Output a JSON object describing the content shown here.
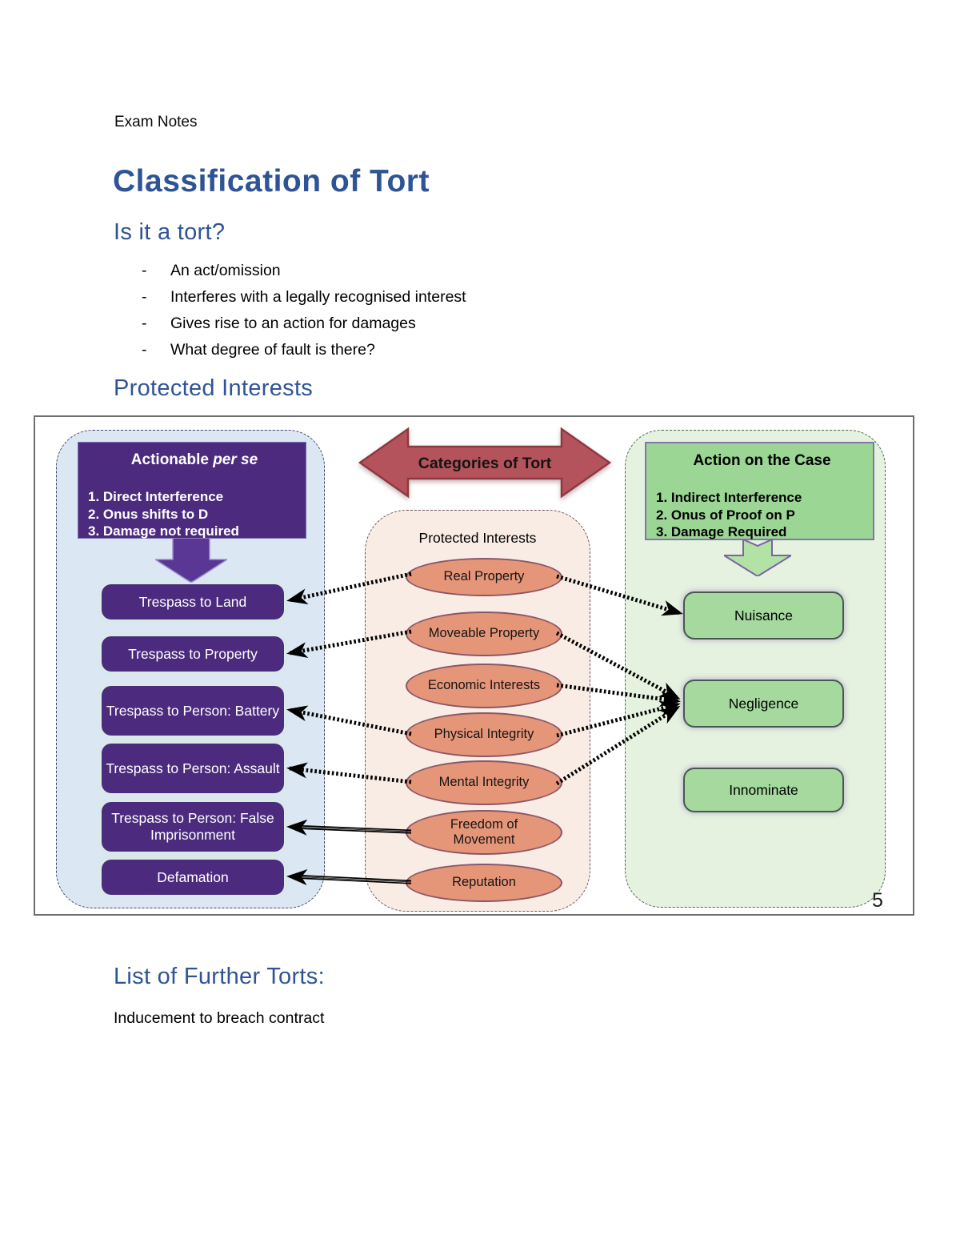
{
  "page": {
    "note": "Exam Notes",
    "title": "Classification of Tort",
    "accent_color": "#2f5496",
    "is_it_a_tort": {
      "heading": "Is it a tort?",
      "bullets": [
        "An act/omission",
        "Interferes with a legally recognised interest",
        "Gives rise to an action for damages",
        "What degree of fault is there?"
      ]
    },
    "protected_interests_heading": "Protected Interests",
    "further_torts": {
      "heading": "List of Further Torts:",
      "body": "Inducement to breach contract"
    }
  },
  "diagram": {
    "page_number": "5",
    "actionable": {
      "title_main": "Actionable",
      "title_italic": "per se",
      "rules": [
        "1. Direct Interference",
        "2. Onus shifts to D",
        "3. Damage not required"
      ],
      "boxes": [
        "Trespass to Land",
        "Trespass to Property",
        "Trespass to Person: Battery",
        "Trespass to Person: Assault",
        "Trespass to Person: False Imprisonment",
        "Defamation"
      ],
      "colors": {
        "panel": "#dbe7f2",
        "box": "#4c2b7e",
        "arrow": "#5a3794",
        "text": "#ffffff"
      }
    },
    "categories": {
      "arrow_label": "Categories of Tort",
      "panel_label": "Protected Interests",
      "interests": [
        "Real Property",
        "Moveable Property",
        "Economic Interests",
        "Physical Integrity",
        "Mental Integrity",
        "Freedom of Movement",
        "Reputation"
      ],
      "colors": {
        "arrow": "#b4535b",
        "panel": "#f9ece5",
        "ellipse": "#e69678"
      }
    },
    "action_on_case": {
      "title": "Action on the Case",
      "rules": [
        "1. Indirect Interference",
        "2. Onus of Proof on P",
        "3. Damage Required"
      ],
      "boxes": [
        "Nuisance",
        "Negligence",
        "Innominate"
      ],
      "colors": {
        "panel": "#e5f2df",
        "box": "#a5d99e",
        "header": "#9bd694",
        "arrow": "#b3e2a7"
      }
    }
  }
}
